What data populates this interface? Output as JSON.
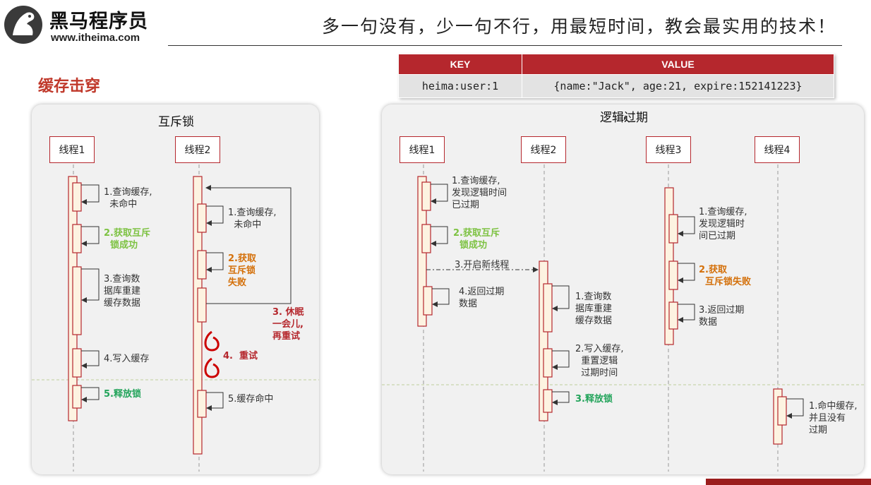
{
  "header": {
    "brand_name": "黑马程序员",
    "brand_url": "www.itheima.com",
    "slogan": "多一句没有，少一句不行，用最短时间，教会最实用的技术！"
  },
  "section_title": "缓存击穿",
  "kv_table": {
    "key_header": "KEY",
    "value_header": "VALUE",
    "key": "heima:user:1",
    "value": "{name:\"Jack\", age:21, expire:152141223}"
  },
  "left_panel": {
    "title": "互斥锁",
    "thread1": "线程1",
    "thread2": "线程2",
    "t1_steps": [
      "1.查询缓存,\n  未命中",
      "2.获取互斥\n  锁成功",
      "3.查询数\n据库重建\n缓存数据",
      "4.写入缓存",
      "5.释放锁"
    ],
    "t2_steps": [
      "1.查询缓存,\n  未命中",
      "2.获取\n互斥锁\n失败",
      "3. 休眠\n一会儿,\n再重试",
      "4.  重试",
      "5.缓存命中"
    ]
  },
  "right_panel": {
    "title": "逻辑过期",
    "thread1": "线程1",
    "thread2": "线程2",
    "thread3": "线程3",
    "thread4": "线程4",
    "t1_steps": [
      "1.查询缓存,\n发现逻辑时间\n已过期",
      "2.获取互斥\n  锁成功",
      "3.开启新线程",
      "4.返回过期\n数据"
    ],
    "t2_steps": [
      "1.查询数\n据库重建\n缓存数据",
      "2.写入缓存,\n  重置逻辑\n  过期时间",
      "3.释放锁"
    ],
    "t3_steps": [
      "1.查询缓存,\n发现逻辑时\n间已过期",
      "2.获取\n  互斥锁失败",
      "3.返回过期\n数据"
    ],
    "t4_steps": [
      "1.命中缓存,\n并且没有\n过期"
    ]
  },
  "colors": {
    "accent_red": "#b5272d",
    "success_green": "#7dc242",
    "release_green": "#23a45b",
    "fail_orange": "#d4700a",
    "lifeline_fill": "#fdf3e1"
  }
}
